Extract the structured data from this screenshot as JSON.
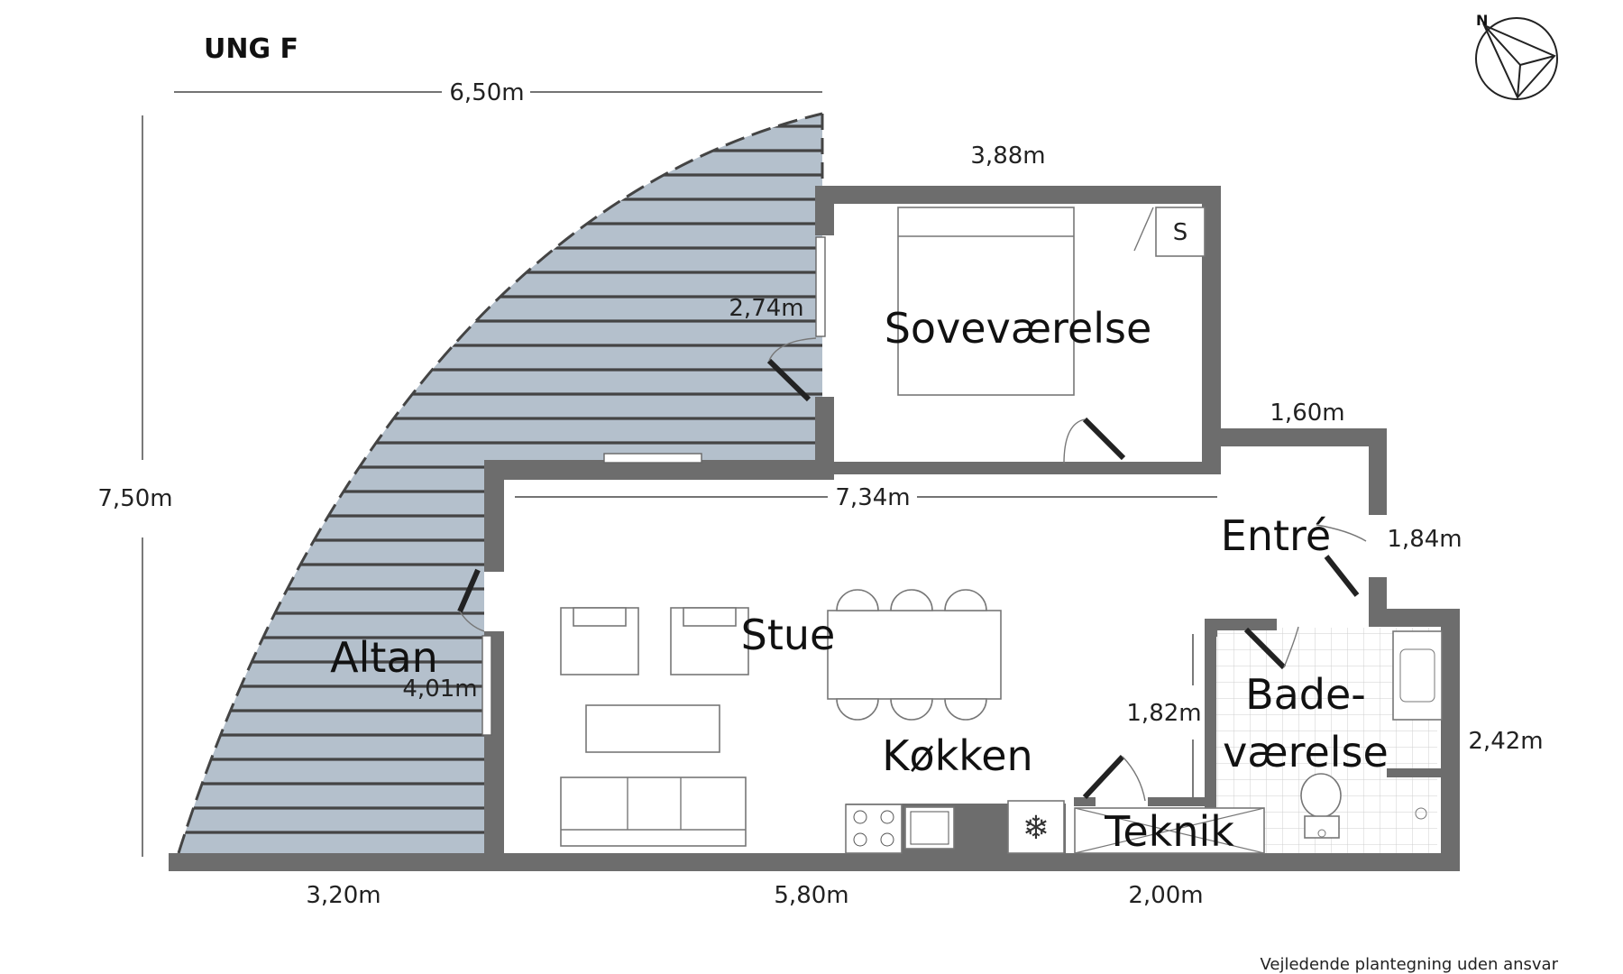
{
  "unit_title": "UNG F",
  "north_label": "N",
  "disclaimer": "Vejledende plantegning uden ansvar",
  "rooms": {
    "bedroom": "Soveværelse",
    "living": "Stue",
    "kitchen": "Køkken",
    "balcony": "Altan",
    "entrance": "Entré",
    "bathroom_line1": "Bade-",
    "bathroom_line2": "værelse",
    "technical": "Teknik",
    "closet_mark": "S"
  },
  "dimensions": {
    "balcony_top_width": "6,50m",
    "bedroom_width": "3,88m",
    "balcony_door_wall": "2,74m",
    "entrance_width": "1,60m",
    "living_width": "7,34m",
    "entrance_depth": "1,84m",
    "total_height": "7,50m",
    "balcony_wall": "4,01m",
    "technical_depth": "1,82m",
    "bathroom_depth": "2,42m",
    "bottom_left": "3,20m",
    "bottom_mid": "5,80m",
    "bottom_right": "2,00m"
  },
  "colors": {
    "wall": "#6d6d6d",
    "balcony_fill": "#b4c0cc",
    "deck_line": "#444444"
  }
}
